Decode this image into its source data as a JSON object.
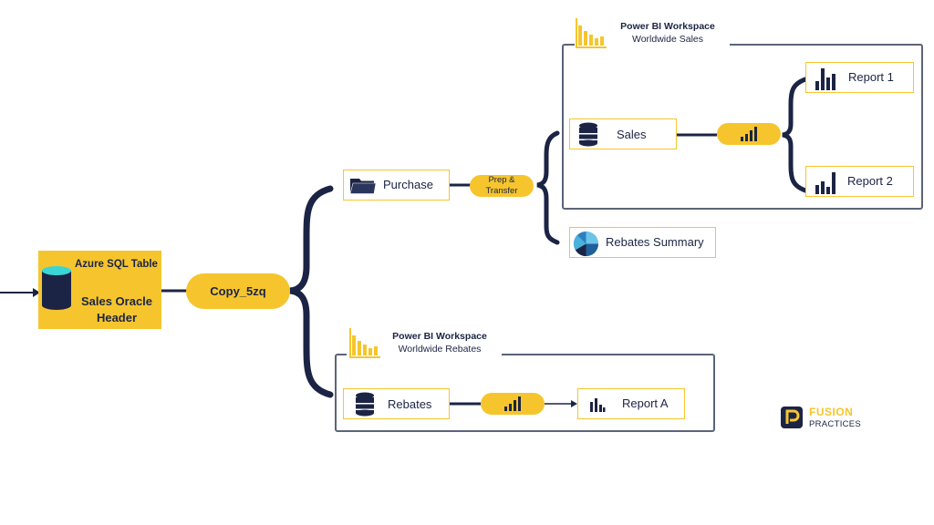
{
  "source": {
    "title": "Azure SQL Table",
    "name_line1": "Sales Oracle",
    "name_line2": "Header",
    "icon": "database-icon"
  },
  "copy_step": {
    "label": "Copy_5zq"
  },
  "purchase": {
    "label": "Purchase",
    "icon": "folder-icon"
  },
  "prep_step": {
    "line1": "Prep &",
    "line2": "Transfer"
  },
  "workspace_sales": {
    "title": "Power BI Workspace",
    "subtitle": "Worldwide Sales",
    "icon": "bar-chart-icon",
    "dataset": {
      "label": "Sales",
      "icon": "database-icon"
    },
    "reports": [
      {
        "label": "Report 1",
        "icon": "bar-chart-icon"
      },
      {
        "label": "Report 2",
        "icon": "bar-chart-icon"
      }
    ]
  },
  "rebates_summary": {
    "label": "Rebates Summary",
    "icon": "pie-chart-icon"
  },
  "workspace_rebates": {
    "title": "Power BI Workspace",
    "subtitle": "Worldwide Rebates",
    "icon": "bar-chart-icon",
    "dataset": {
      "label": "Rebates",
      "icon": "database-icon"
    },
    "report": {
      "label": "Report A",
      "icon": "bar-chart-icon"
    }
  },
  "logo": {
    "line1": "FUSION",
    "line2": "PRACTICES"
  },
  "colors": {
    "accent": "#f6c52e",
    "navy": "#1b2444",
    "frame": "#5b6478"
  }
}
